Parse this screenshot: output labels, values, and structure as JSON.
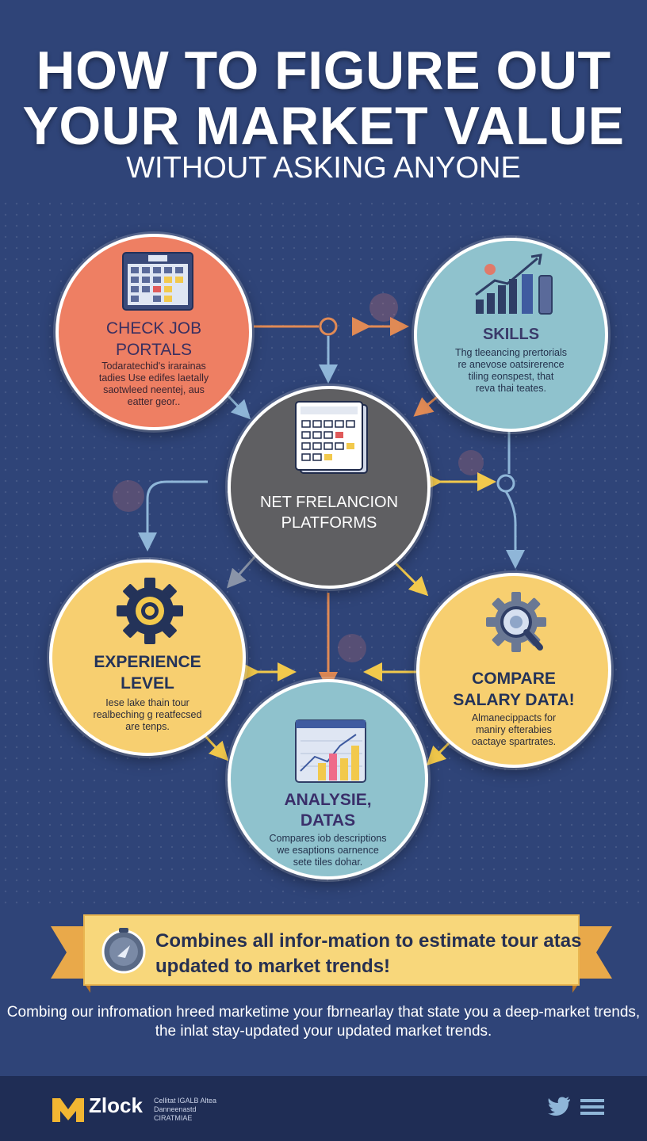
{
  "header": {
    "title_line1": "HOW TO FIGURE OUT",
    "title_line2": "YOUR MARKET VALUE",
    "subtitle": "WITHOUT ASKING ANYONE"
  },
  "colors": {
    "background": "#2f4478",
    "coral": "#ee7f63",
    "teal": "#8fc2cd",
    "yellow": "#f7cf70",
    "gray": "#5f5f62",
    "banner": "#f8d77b",
    "arrow_orange": "#e08a55",
    "arrow_yellow": "#f2c94c",
    "arrow_blue": "#8fb6d8"
  },
  "nodes": {
    "check": {
      "title": "CHECK JOB\nPORTALS",
      "body": "Todaratechid's irarainas\ntadies Use edifes laetally\nsaotwleed neentej, aus\neatter geor.."
    },
    "skills": {
      "title": "SKILLS",
      "body": "Thg tleeancing prertorials\nre anevose oatsirerence\ntiling eonspest, that\nreva thai teates."
    },
    "center": {
      "title": "NET FRELANCION\nPLATFORMS"
    },
    "experience": {
      "title": "EXPERIENCE\nLEVEL",
      "body": "Iese lake thain tour\nrealbeching g reatfecsed\nare tenps."
    },
    "compare": {
      "title": "COMPARE\nSALARY DATA!",
      "body": "Almanecippacts for\nmaniry efterabies\noactaye spartrates."
    },
    "analyse": {
      "title": "ANALYSIE,\nDATAS",
      "body": "Compares iob descriptions\nwe esaptions oarnence\nsete tiles dohar."
    }
  },
  "banner": {
    "text": "Combines all infor-mation to estimate tour atas updated to market trends!",
    "icon": "compass-icon"
  },
  "footer": {
    "text": "Combing our infromation hreed marketime your fbrnearlay that state you a deep-market trends, the inlat stay-updated your updated market trends."
  },
  "brand": {
    "name": "Zlock",
    "sub": "Cellitat IGALB Altea\nDanneenastd\nCIRATMIAE"
  },
  "social": {
    "twitter_icon": "twitter-icon",
    "menu_icon": "menu-icon"
  }
}
